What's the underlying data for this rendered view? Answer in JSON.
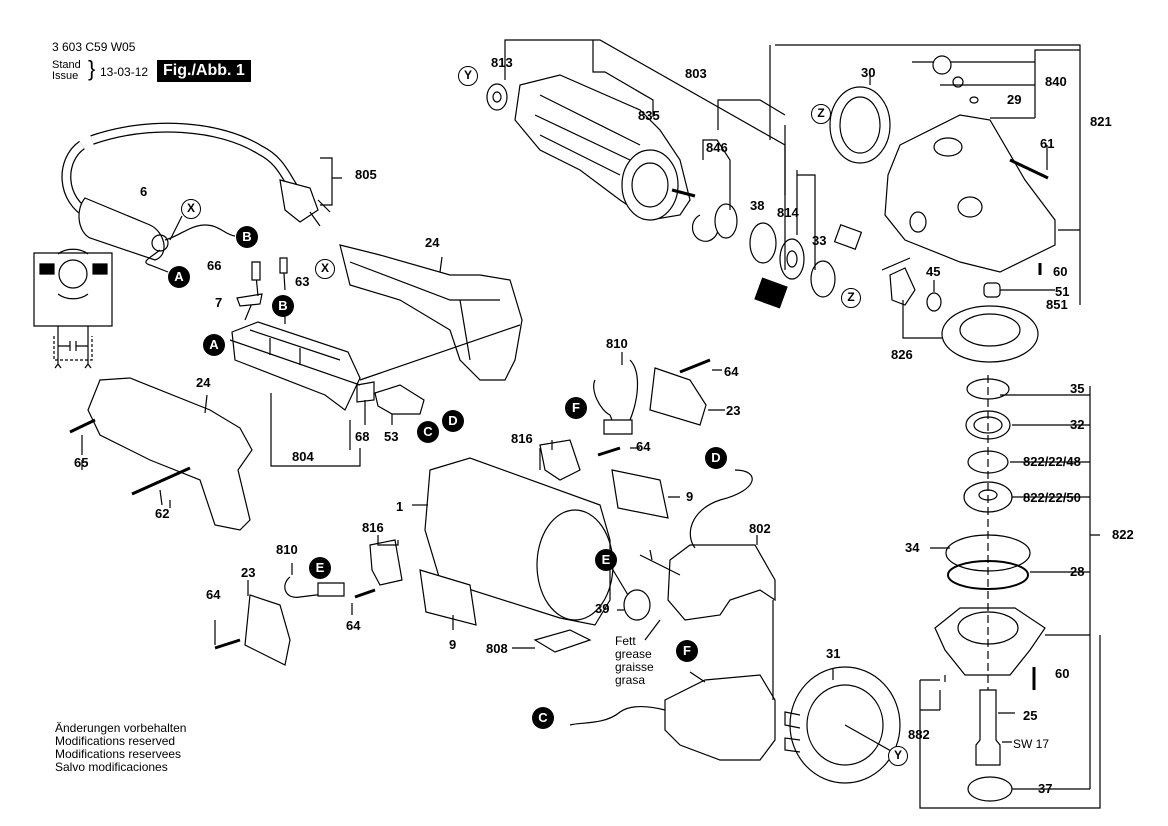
{
  "header": {
    "doc_number": "3 603 C59 W05",
    "stand_label": "Stand",
    "issue_label": "Issue",
    "brace": "}",
    "date": "13-03-12",
    "figure_label": "Fig./Abb. 1"
  },
  "footer": {
    "lines": [
      "Änderungen vorbehalten",
      "Modifications reserved",
      "Modifications reservees",
      "Salvo modificaciones"
    ]
  },
  "grease_note": [
    "Fett",
    "grease",
    "graisse",
    "grasa"
  ],
  "wrench_size": "SW 17",
  "part_labels": {
    "p813": "813",
    "p803": "803",
    "p835": "835",
    "p846": "846",
    "p38": "38",
    "p814": "814",
    "p33": "33",
    "p30": "30",
    "p840": "840",
    "p29": "29",
    "p821": "821",
    "p61": "61",
    "p60a": "60",
    "p51": "51",
    "p851": "851",
    "p45": "45",
    "p826": "826",
    "p35": "35",
    "p32": "32",
    "p822_22_48": "822/22/48",
    "p822_22_50": "822/22/50",
    "p822": "822",
    "p34": "34",
    "p28": "28",
    "p60b": "60",
    "p25": "25",
    "p882": "882",
    "p37": "37",
    "p31": "31",
    "p802": "802",
    "p39": "39",
    "p808": "808",
    "p9a": "9",
    "p9b": "9",
    "p1": "1",
    "p816a": "816",
    "p816b": "816",
    "p810a": "810",
    "p810b": "810",
    "p64a": "64",
    "p64b": "64",
    "p64c": "64",
    "p64d": "64",
    "p23a": "23",
    "p23b": "23",
    "p805": "805",
    "p6": "6",
    "p66": "66",
    "p63": "63",
    "p7": "7",
    "p24a": "24",
    "p24b": "24",
    "p65": "65",
    "p62": "62",
    "p804": "804",
    "p68": "68",
    "p53": "53"
  },
  "connector_markers": {
    "A1": "A",
    "A2": "A",
    "B1": "B",
    "B2": "B",
    "C1": "C",
    "C2": "C",
    "D1": "D",
    "D2": "D",
    "E1": "E",
    "E2": "E",
    "F1": "F",
    "F2": "F"
  },
  "reference_markers": {
    "X1": "X",
    "X2": "X",
    "Y1": "Y",
    "Y2": "Y",
    "Z1": "Z",
    "Z2": "Z"
  }
}
